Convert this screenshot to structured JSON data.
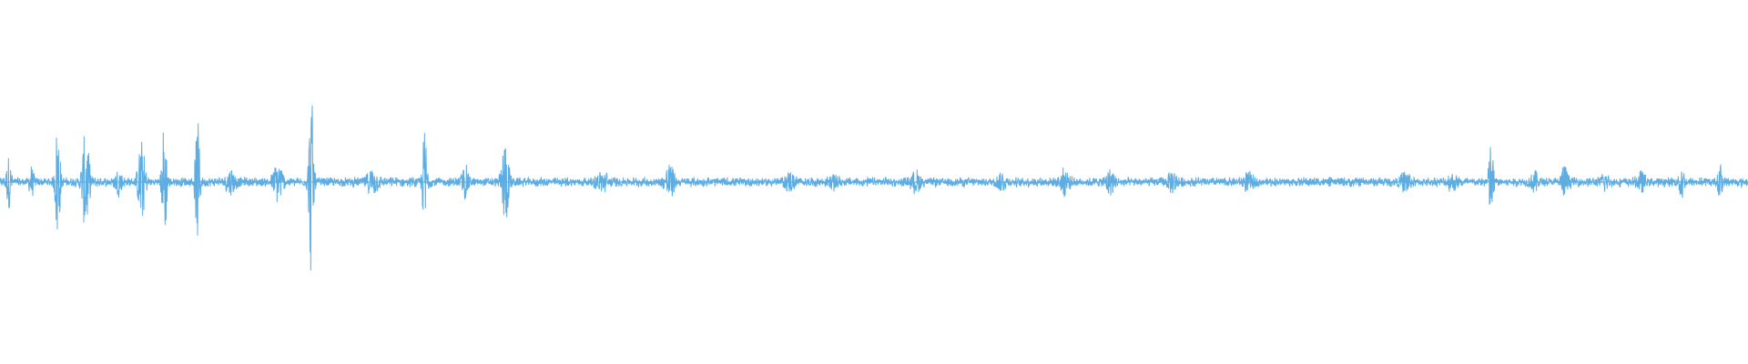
{
  "waveform": {
    "color": "#5dade2",
    "background": "#ffffff",
    "baseline_amplitude": 0.012,
    "noise_level": 0.035,
    "events": [
      {
        "t": 0.005,
        "amp": 0.13,
        "width": 0.002
      },
      {
        "t": 0.018,
        "amp": 0.07,
        "width": 0.002
      },
      {
        "t": 0.033,
        "amp": 0.35,
        "width": 0.002
      },
      {
        "t": 0.049,
        "amp": 0.27,
        "width": 0.003
      },
      {
        "t": 0.068,
        "amp": 0.06,
        "width": 0.003
      },
      {
        "t": 0.081,
        "amp": 0.22,
        "width": 0.003
      },
      {
        "t": 0.094,
        "amp": 0.33,
        "width": 0.002
      },
      {
        "t": 0.113,
        "amp": 0.33,
        "width": 0.002
      },
      {
        "t": 0.132,
        "amp": 0.06,
        "width": 0.004
      },
      {
        "t": 0.159,
        "amp": 0.1,
        "width": 0.004
      },
      {
        "t": 0.178,
        "amp": 0.5,
        "width": 0.002
      },
      {
        "t": 0.213,
        "amp": 0.06,
        "width": 0.005
      },
      {
        "t": 0.243,
        "amp": 0.29,
        "width": 0.002
      },
      {
        "t": 0.266,
        "amp": 0.08,
        "width": 0.003
      },
      {
        "t": 0.289,
        "amp": 0.23,
        "width": 0.003
      },
      {
        "t": 0.345,
        "amp": 0.04,
        "width": 0.006
      },
      {
        "t": 0.383,
        "amp": 0.09,
        "width": 0.004
      },
      {
        "t": 0.452,
        "amp": 0.04,
        "width": 0.004
      },
      {
        "t": 0.477,
        "amp": 0.03,
        "width": 0.004
      },
      {
        "t": 0.524,
        "amp": 0.05,
        "width": 0.004
      },
      {
        "t": 0.573,
        "amp": 0.04,
        "width": 0.004
      },
      {
        "t": 0.609,
        "amp": 0.06,
        "width": 0.004
      },
      {
        "t": 0.635,
        "amp": 0.06,
        "width": 0.004
      },
      {
        "t": 0.671,
        "amp": 0.05,
        "width": 0.004
      },
      {
        "t": 0.714,
        "amp": 0.04,
        "width": 0.004
      },
      {
        "t": 0.804,
        "amp": 0.05,
        "width": 0.004
      },
      {
        "t": 0.831,
        "amp": 0.04,
        "width": 0.004
      },
      {
        "t": 0.853,
        "amp": 0.23,
        "width": 0.002
      },
      {
        "t": 0.878,
        "amp": 0.05,
        "width": 0.003
      },
      {
        "t": 0.895,
        "amp": 0.08,
        "width": 0.003
      },
      {
        "t": 0.918,
        "amp": 0.05,
        "width": 0.003
      },
      {
        "t": 0.939,
        "amp": 0.05,
        "width": 0.003
      },
      {
        "t": 0.962,
        "amp": 0.1,
        "width": 0.002
      },
      {
        "t": 0.984,
        "amp": 0.09,
        "width": 0.002
      }
    ]
  }
}
